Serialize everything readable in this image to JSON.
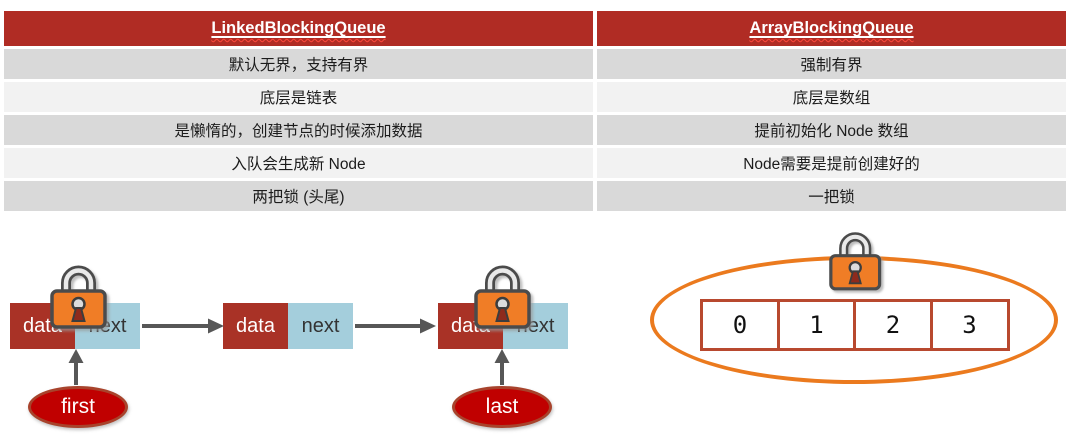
{
  "table": {
    "columns": [
      {
        "header": "LinkedBlockingQueue",
        "rows": [
          "默认无界，支持有界",
          "底层是链表",
          "是懒惰的，创建节点的时候添加数据",
          "入队会生成新 Node",
          "两把锁 (头尾)"
        ]
      },
      {
        "header": "ArrayBlockingQueue",
        "rows": [
          "强制有界",
          "底层是数组",
          "提前初始化 Node 数组",
          "Node需要是提前创建好的",
          "一把锁"
        ]
      }
    ]
  },
  "linked_diagram": {
    "data_label": "data",
    "next_label": "next",
    "first_label": "first",
    "last_label": "last"
  },
  "array_diagram": {
    "cells": [
      "0",
      "1",
      "2",
      "3"
    ]
  },
  "colors": {
    "header_red": "#B02C24",
    "row_gray": "#D9D9D9",
    "row_light": "#F2F2F2",
    "node_data_red": "#A93226",
    "node_next_blue": "#A4CEDC",
    "pointer_red": "#C00000",
    "arrow_gray": "#575757",
    "lock_orange": "#F07D28",
    "ellipse_orange": "#EB7A1E",
    "array_border": "#B8492F"
  }
}
